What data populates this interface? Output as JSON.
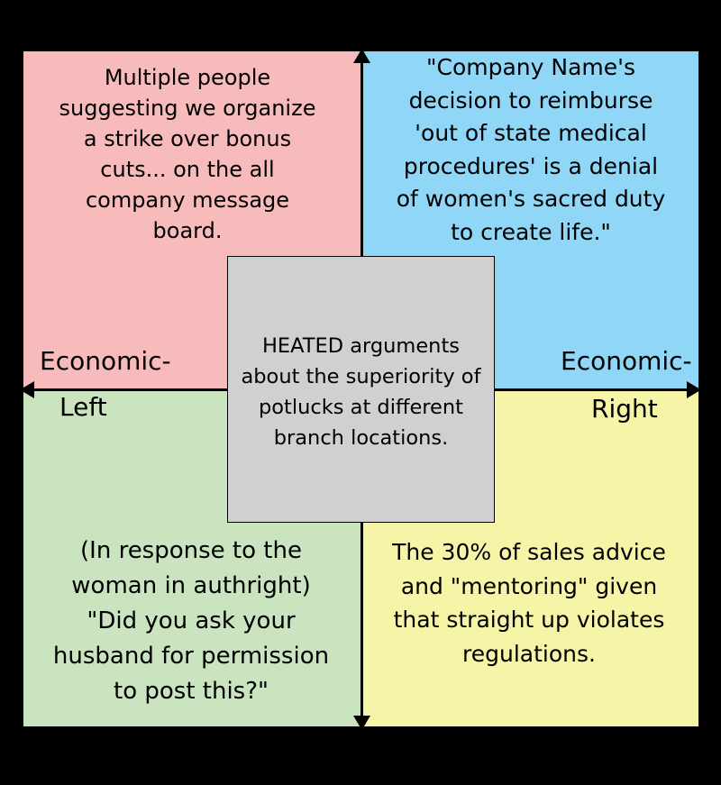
{
  "quadrants": {
    "top_left": "Multiple people\nsuggesting we organize\na strike over bonus\ncuts... on the all\ncompany message\nboard.",
    "top_right": "\"Company Name's\ndecision to reimburse\n'out of state medical\nprocedures' is a denial\nof women's sacred duty\nto create life.\"",
    "bottom_left": "(In response to the\nwoman in authright)\n\"Did you ask your\nhusband for permission\nto post this?\"",
    "bottom_right": "The 30% of sales advice\nand \"mentoring\" given\nthat straight up violates\nregulations."
  },
  "center": "HEATED arguments\nabout the superiority of\npotlucks at different\nbranch locations.",
  "axis_labels": {
    "left_line1": "Economic-",
    "left_line2": "Left",
    "right_line1": "Economic-",
    "right_line2": "Right"
  },
  "colors": {
    "auth_left": "#f8bbbb",
    "auth_right": "#8fd6f7",
    "lib_left": "#c9e4bf",
    "lib_right": "#f5f4a7",
    "center": "#d0d1cf"
  }
}
